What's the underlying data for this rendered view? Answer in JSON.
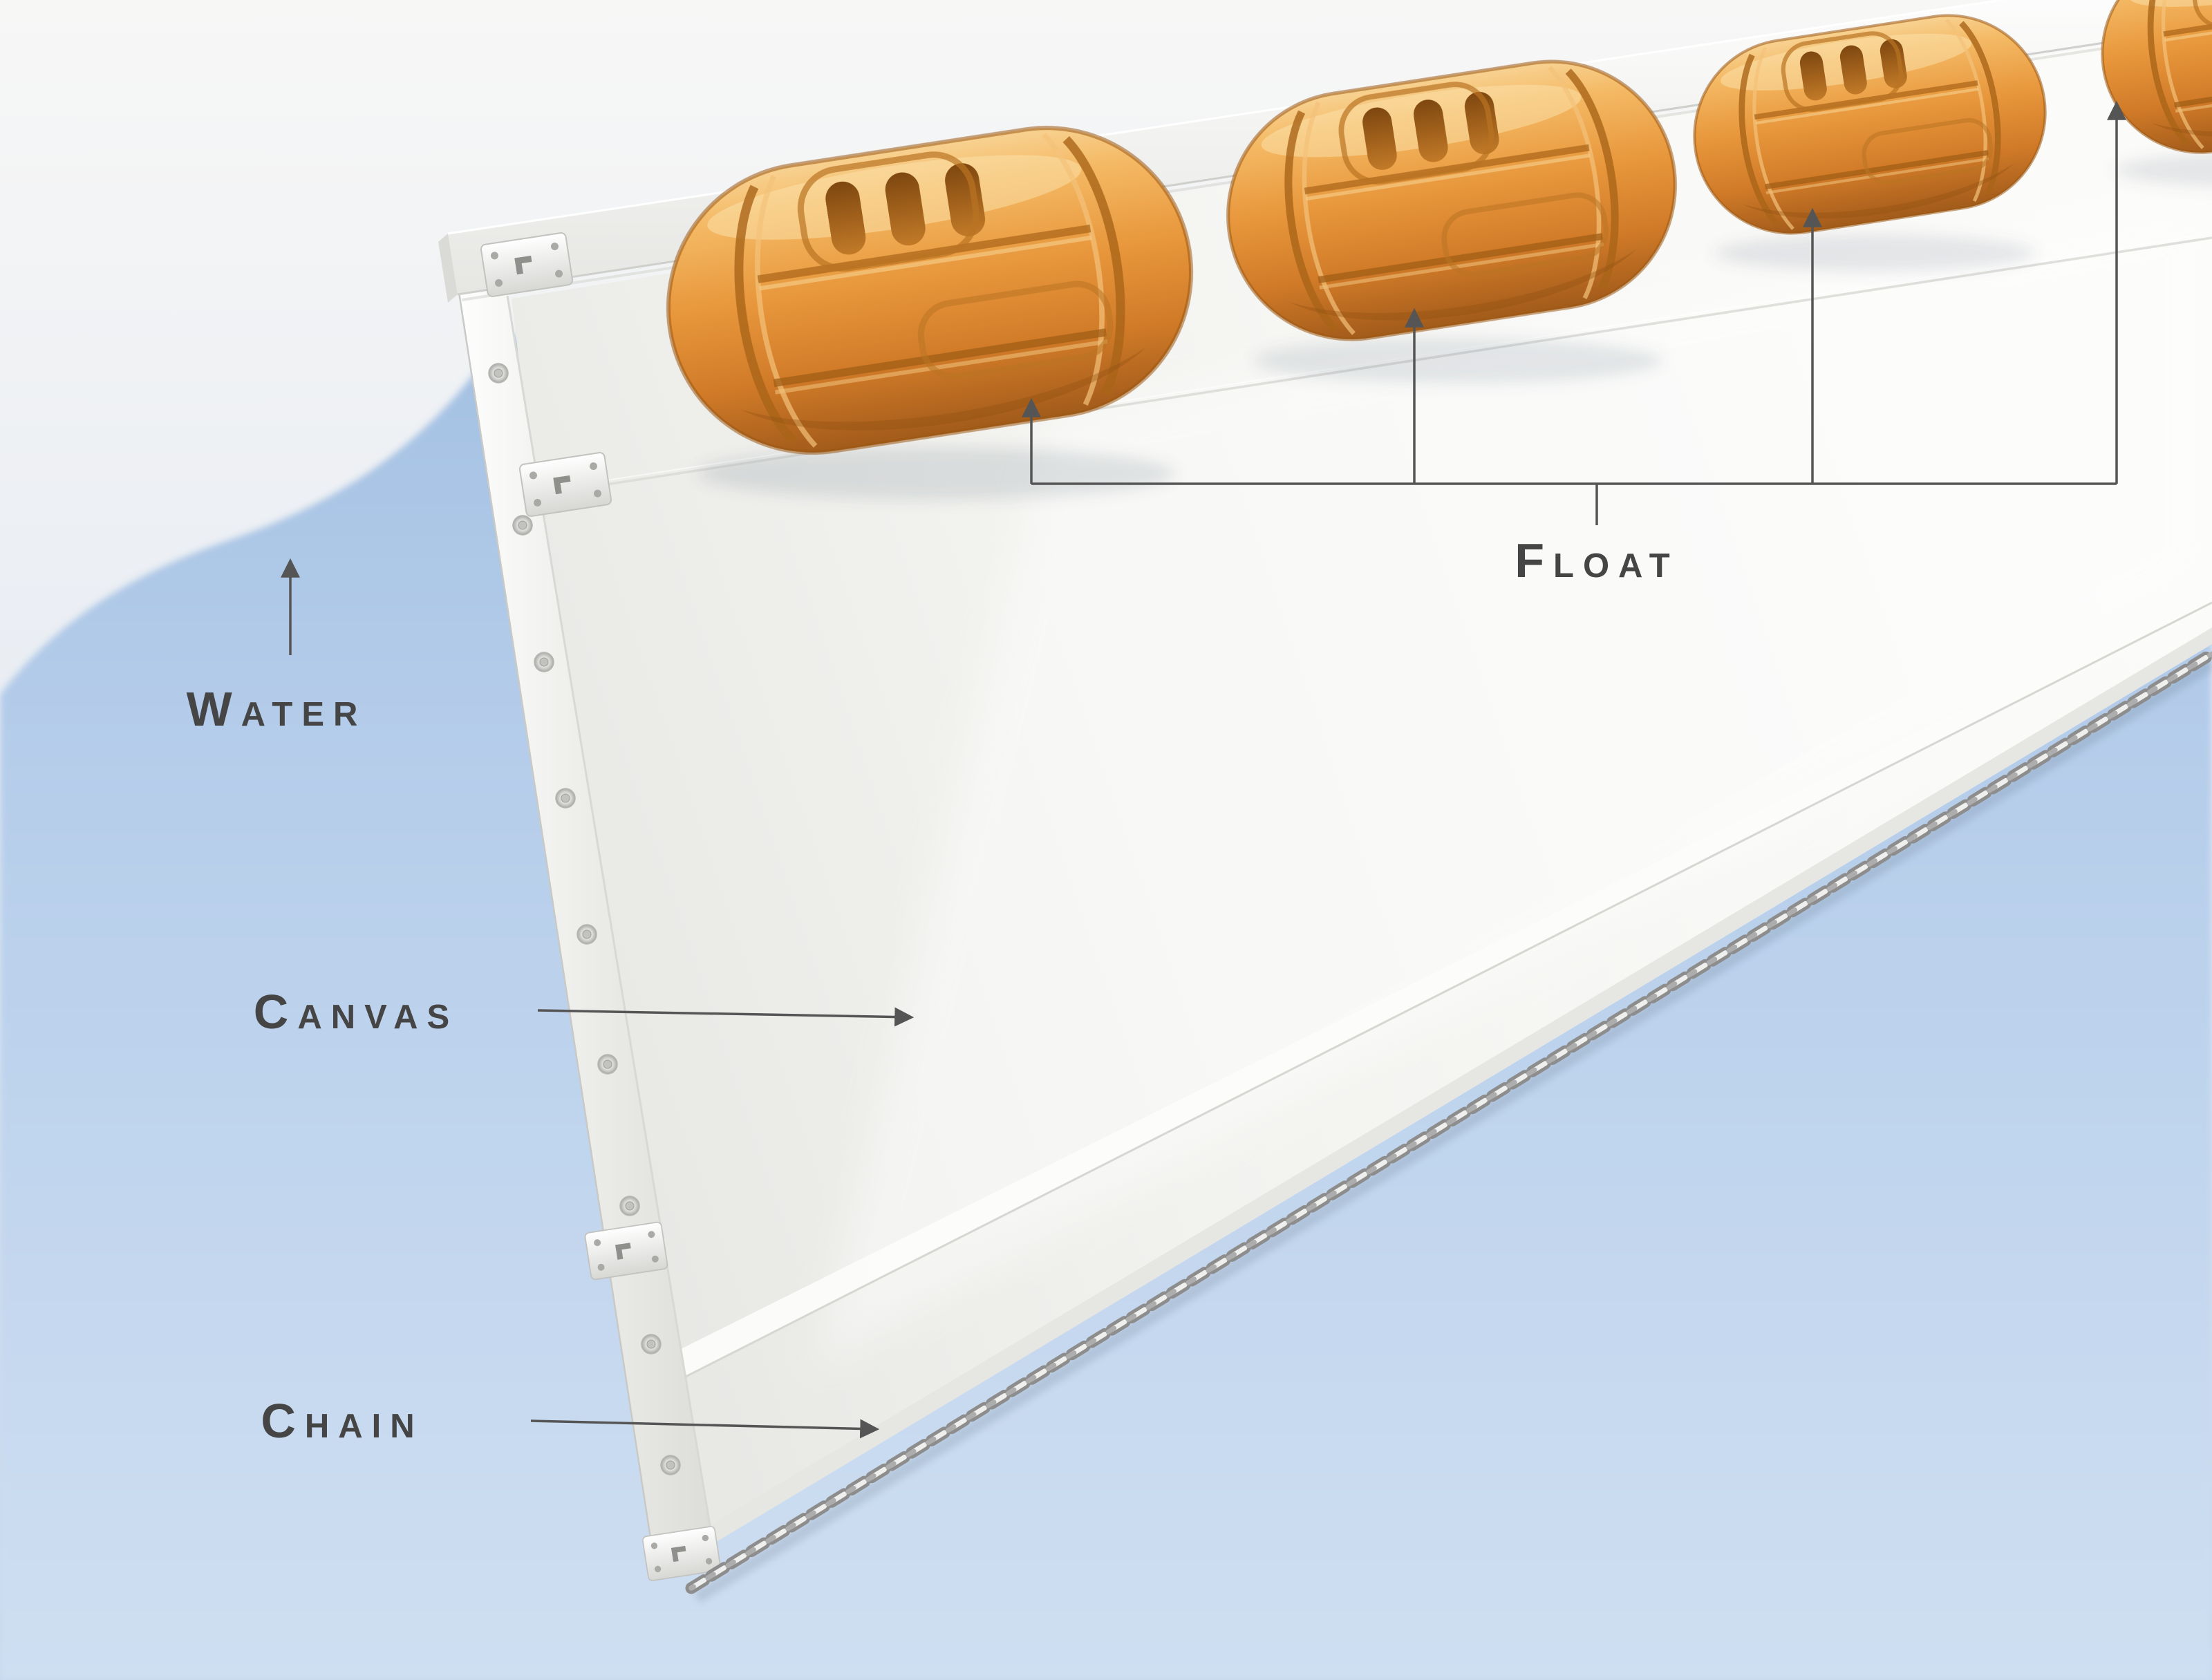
{
  "scene": {
    "labels": {
      "float": "Float",
      "water": "Water",
      "canvas": "Canvas",
      "chain": "Chain"
    },
    "colors": {
      "float_orange_light": "#F8D292",
      "float_orange": "#E8973C",
      "float_orange_dark": "#A25B1A",
      "water_blue": "#A3C0E2",
      "canvas_white": "#F5F5F3",
      "chain_gray": "#8D8D8D",
      "label_text": "#454545",
      "arrow_gray": "#555555"
    },
    "float_count": 4
  }
}
